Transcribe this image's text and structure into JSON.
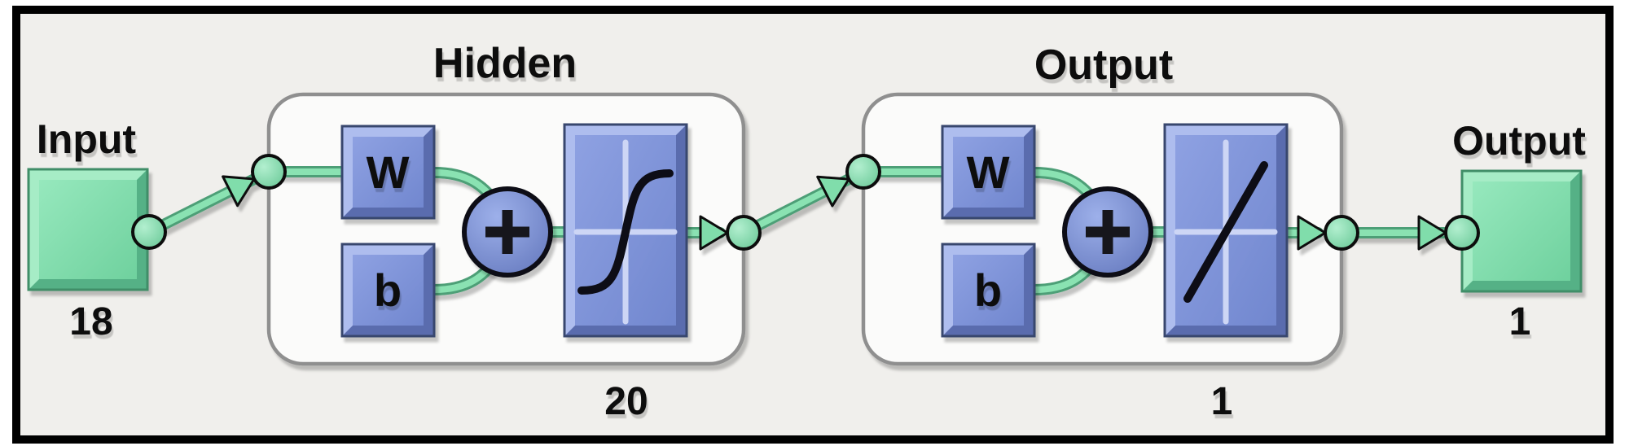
{
  "network": {
    "input": {
      "label": "Input",
      "size": "18"
    },
    "layers": [
      {
        "title": "Hidden",
        "weight_label": "W",
        "bias_label": "b",
        "neurons": "20",
        "transfer_icon": "tansig-sigmoid-curve"
      },
      {
        "title": "Output",
        "weight_label": "W",
        "bias_label": "b",
        "neurons": "1",
        "transfer_icon": "purelin-linear-line"
      }
    ],
    "output": {
      "label": "Output",
      "size": "1"
    },
    "icons": {
      "sum": "plus-sum-icon",
      "connector_node": "node-circle-icon",
      "connector_arrow": "arrowhead-icon"
    },
    "colors": {
      "signal_green": "#7EDCA9",
      "block_blue": "#7B90D8",
      "box_fill": "#FBFBFA",
      "box_border": "#8F8F8F",
      "background": "#F0EFEC",
      "frame": "#000000"
    }
  }
}
